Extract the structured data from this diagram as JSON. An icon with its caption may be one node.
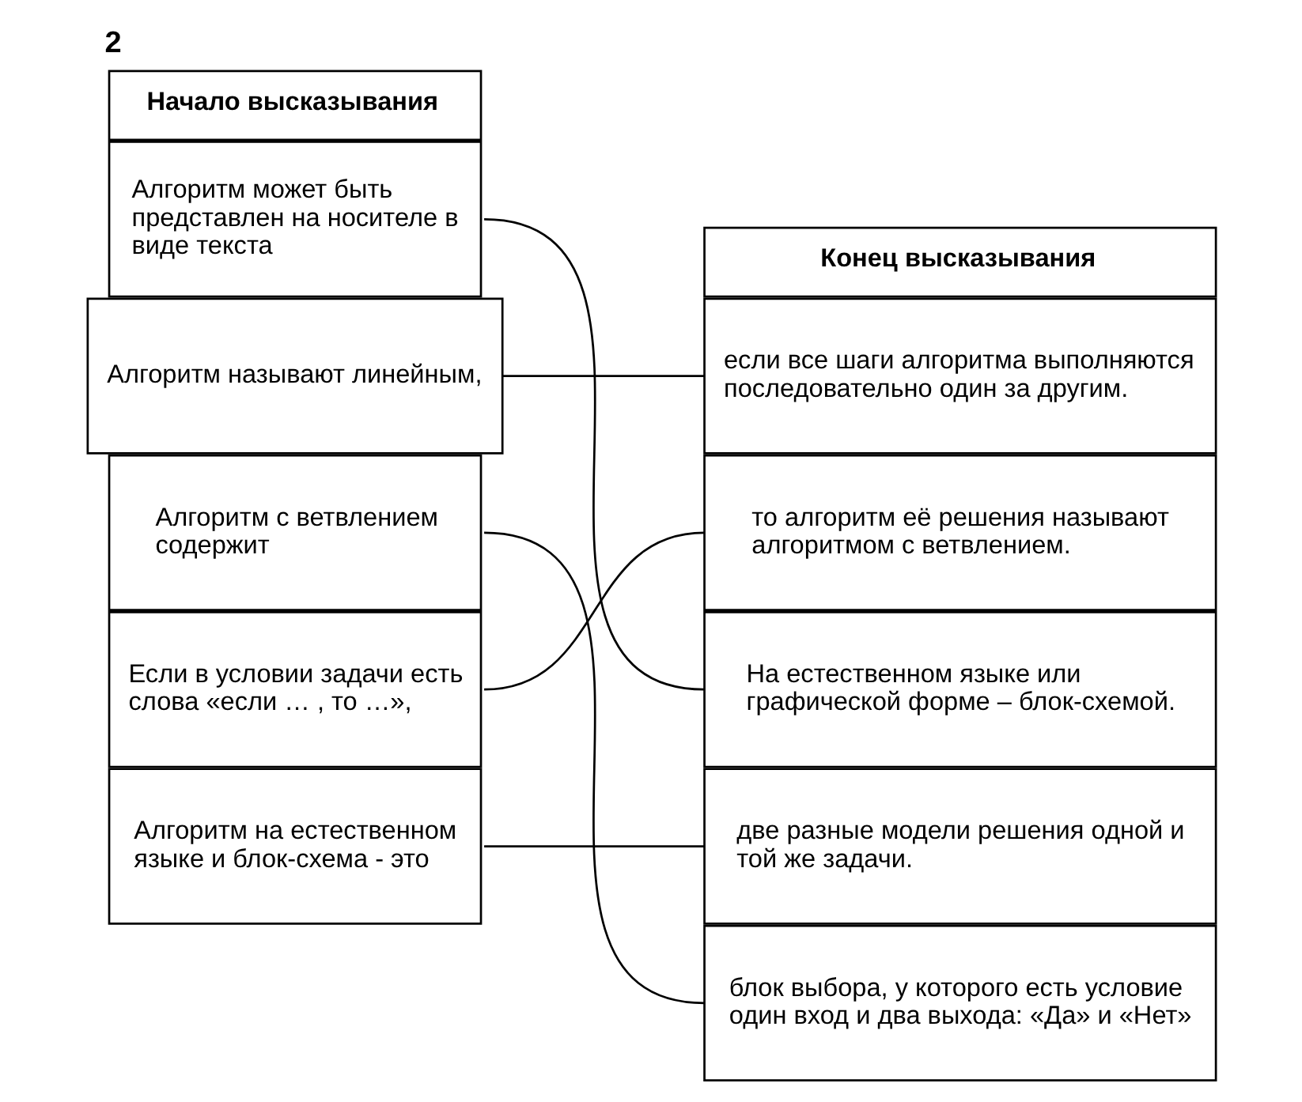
{
  "diagram": {
    "title": "2",
    "nodes": [
      {
        "text": [
          "Начало высказывания"
        ]
      },
      {
        "text": [
          "Алгоритм может быть представлен на носителе в виде текста"
        ]
      },
      {
        "text": [
          "Алгоритм называют линейным,"
        ]
      },
      {
        "text": [
          "Алгоритм с ветвлением содержит"
        ]
      },
      {
        "text": [
          "Если в условии задачи есть слова «если … , то …»,"
        ]
      },
      {
        "text": [
          "Алгоритм на естественном языке и блок-схема - это"
        ]
      },
      {
        "text": [
          "Конец высказывания"
        ]
      },
      {
        "text": [
          "если все шаги алгоритма выполняются последовательно один за другим."
        ]
      },
      {
        "text": [
          "то алгоритм её решения называют алгоритмом с ветвлением."
        ]
      },
      {
        "text": [
          "На естественном языке или графической форме – блок-схемой."
        ]
      },
      {
        "text": [
          "две разные модели решения одной и той же задачи."
        ]
      },
      {
        "text": [
          "блок выбора, у которого есть условие один вход и два выхода: «Да» и «Нет»"
        ]
      }
    ],
    "edges": [
      {
        "from": 1,
        "to": 9,
        "arrow": "none"
      },
      {
        "from": 2,
        "to": 7,
        "arrow": "none"
      },
      {
        "from": 3,
        "to": 11,
        "arrow": "none"
      },
      {
        "from": 4,
        "to": 8,
        "arrow": "none"
      },
      {
        "from": 5,
        "to": 10,
        "arrow": "none"
      }
    ]
  }
}
